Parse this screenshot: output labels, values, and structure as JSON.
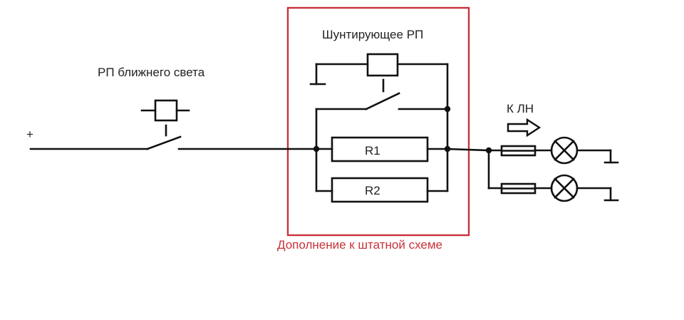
{
  "labels": {
    "plus": "+",
    "low_beam_relay": "РП ближнего света",
    "shunt_relay": "Шунтирующее РП",
    "resistor_1": "R1",
    "resistor_2": "R2",
    "to_lamps": "К ЛН",
    "addition_note": "Дополнение к штатной схеме"
  },
  "colors": {
    "wire": "#111111",
    "frame": "#c8323a",
    "note": "#c8323a"
  },
  "icons": {
    "relay_coil": "relay-coil-icon",
    "switch_contact": "switch-contact-icon",
    "resistor": "resistor-icon",
    "fuse": "fuse-icon",
    "lamp": "lamp-icon",
    "ground": "ground-icon",
    "direction_arrow": "arrow-right-icon"
  }
}
